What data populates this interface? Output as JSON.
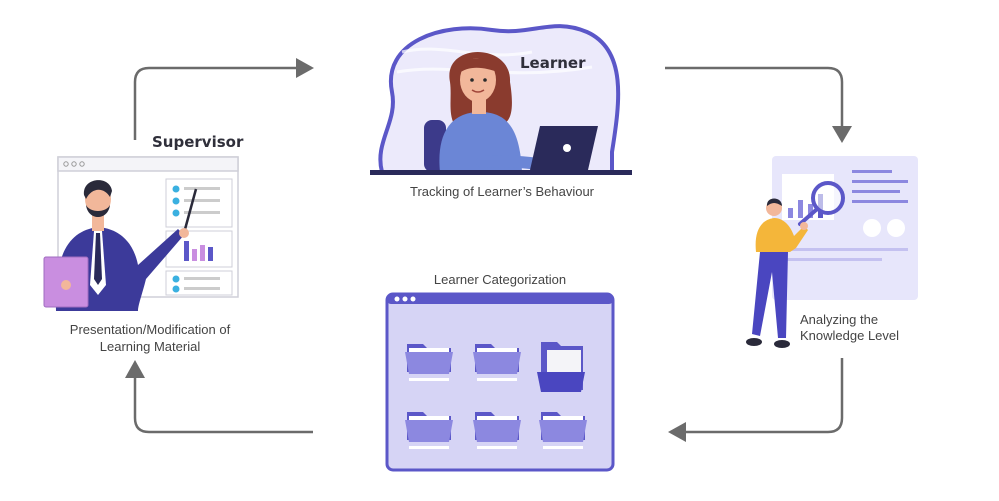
{
  "roles": {
    "learner": "Learner",
    "supervisor": "Supervisor"
  },
  "labels": {
    "tracking": "Tracking of Learner’s Behaviour",
    "analyzing_line1": "Analyzing the",
    "analyzing_line2": "Knowledge Level",
    "categorization": "Learner Categorization",
    "presentation_line1": "Presentation/Modification of",
    "presentation_line2": "Learning Material"
  },
  "colors": {
    "arrow": "#6b6b6b",
    "accent": "#5b57c8",
    "panel": "#d6d4f5",
    "panel_light": "#e9e8fb",
    "skin": "#f2b79a",
    "shirt_blue": "#6b86d6",
    "shirt_yellow": "#f4b63a",
    "hair": "#8a3b2e"
  },
  "icons": [
    "arrow-right-icon",
    "arrow-down-icon",
    "arrow-left-icon",
    "arrow-up-icon",
    "folder-icon",
    "magnifier-icon",
    "laptop-icon",
    "clipboard-icon",
    "checkmark-icon",
    "bar-chart-icon"
  ]
}
